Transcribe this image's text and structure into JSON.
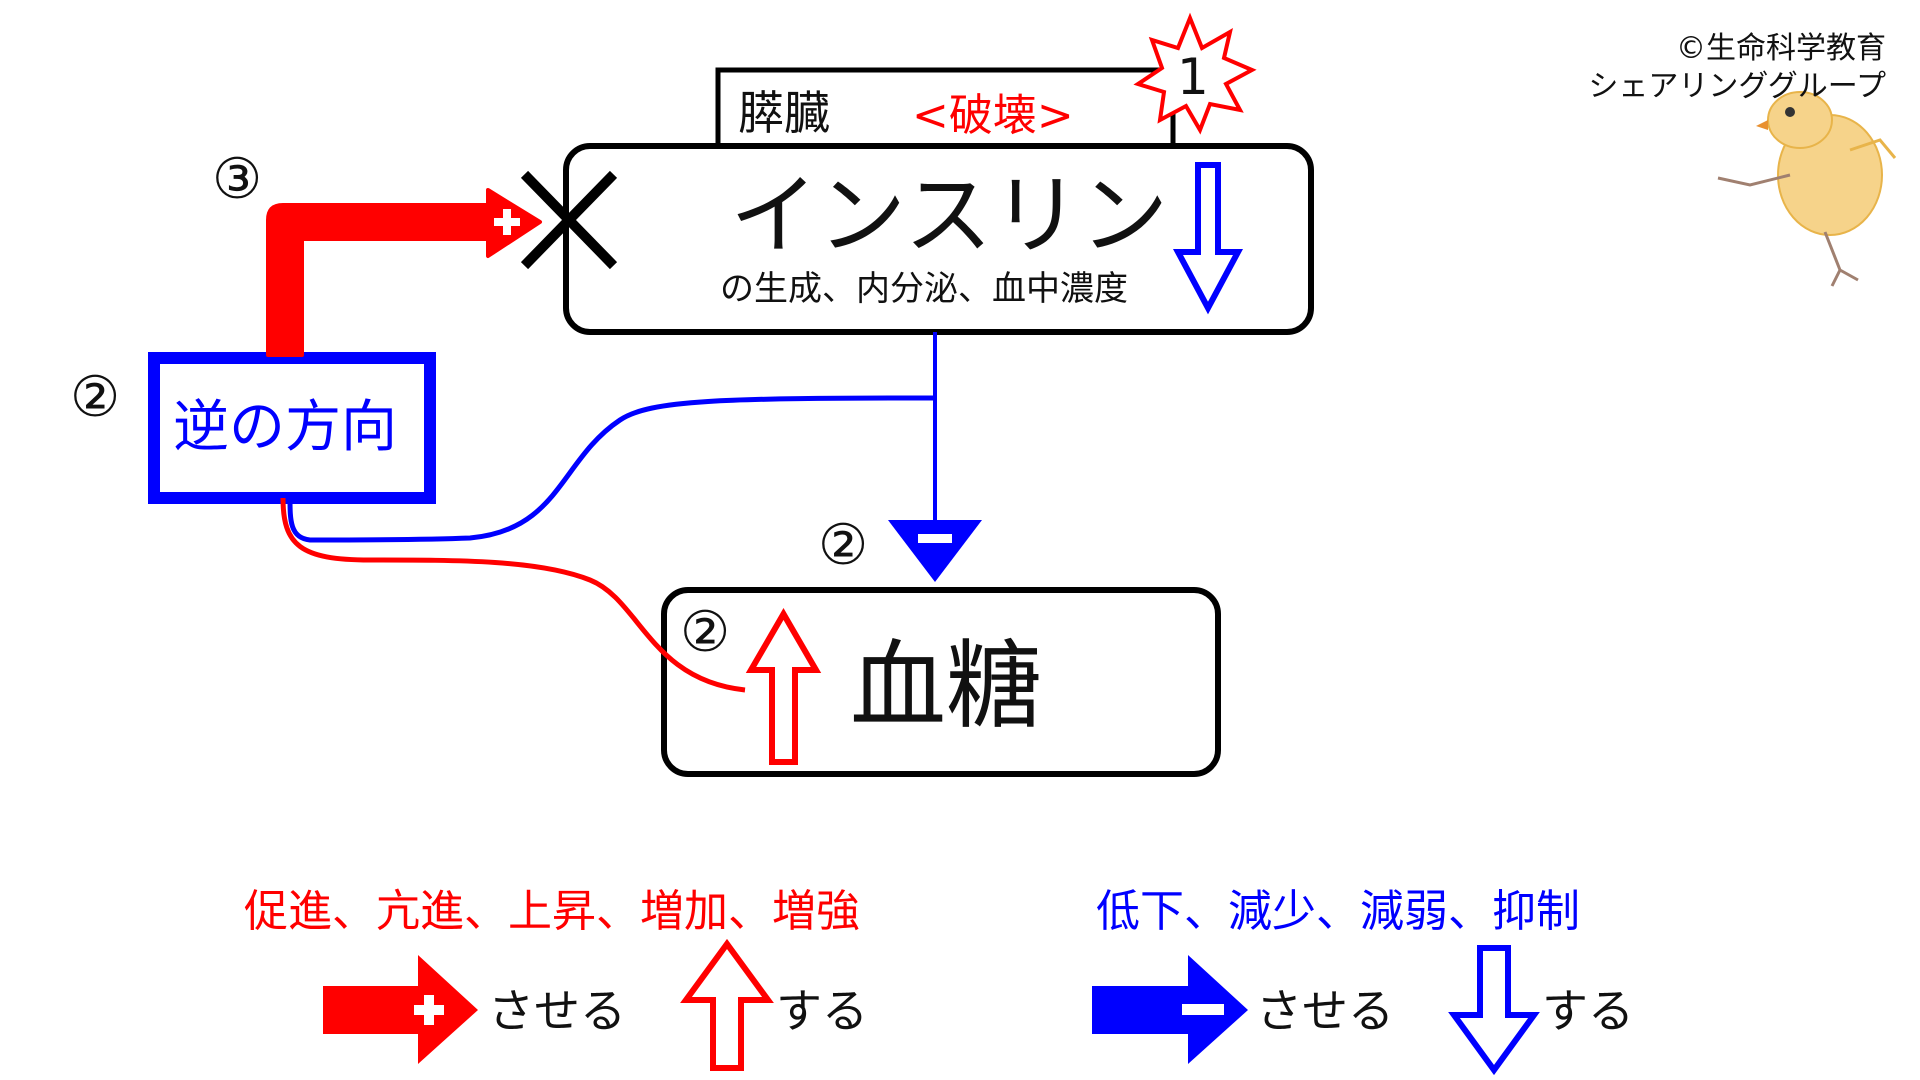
{
  "copyright": {
    "line1": "©生命科学教育",
    "line2": "シェアリンググループ"
  },
  "organ": {
    "label": "膵臓",
    "state": "<破壊>"
  },
  "burst_number": "1",
  "insulin_box": {
    "title": "インスリン",
    "subtitle": "の生成、内分泌、血中濃度"
  },
  "reverse_box": {
    "label": "逆の方向"
  },
  "blood_sugar_box": {
    "label": "血糖"
  },
  "step_markers": {
    "step3": "③",
    "step2_left": "②",
    "step2_middle": "②",
    "step2_box": "②"
  },
  "legend": {
    "red_terms": "促進、亢進、上昇、増加、増強",
    "blue_terms": "低下、減少、減弱、抑制",
    "cause_label_red": "させる",
    "do_label_red": "する",
    "cause_label_blue": "させる",
    "do_label_blue": "する"
  },
  "colors": {
    "promote": "#ff0000",
    "suppress": "#0000ff",
    "outline": "#000000"
  }
}
